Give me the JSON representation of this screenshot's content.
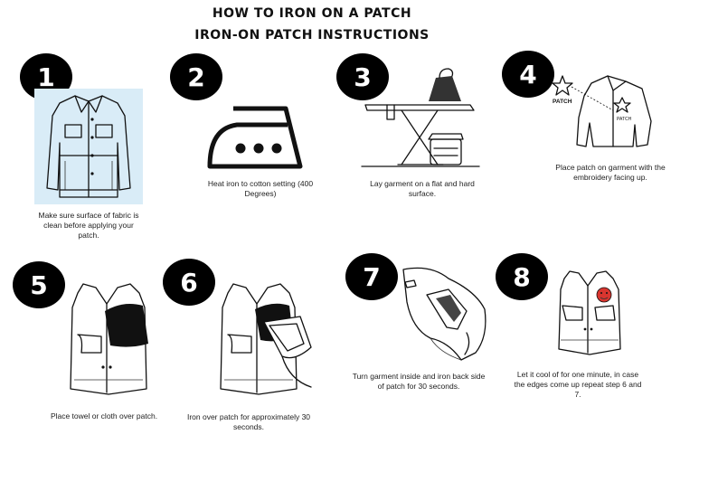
{
  "title_line1": "HOW TO IRON ON A PATCH",
  "title_line2": "IRON-ON PATCH INSTRUCTIONS",
  "patch_label": "PATCH",
  "steps": [
    {
      "number": "1",
      "caption": "Make sure surface of fabric is clean before applying your patch."
    },
    {
      "number": "2",
      "caption": "Heat iron to cotton setting (400 Degrees)"
    },
    {
      "number": "3",
      "caption": "Lay garment on a flat and hard surface."
    },
    {
      "number": "4",
      "caption": "Place patch on garment with the embroidery facing up."
    },
    {
      "number": "5",
      "caption": "Place towel or cloth over patch."
    },
    {
      "number": "6",
      "caption": "Iron over patch for approximately 30 seconds."
    },
    {
      "number": "7",
      "caption": "Turn garment inside and iron back side of patch for 30 seconds."
    },
    {
      "number": "8",
      "caption": "Let it cool of for one minute, in case the edges come up repeat step 6 and 7."
    }
  ],
  "colors": {
    "badge": "#000000",
    "jacket_bg": "#d9ecf7",
    "patch_red": "#d9352f"
  }
}
